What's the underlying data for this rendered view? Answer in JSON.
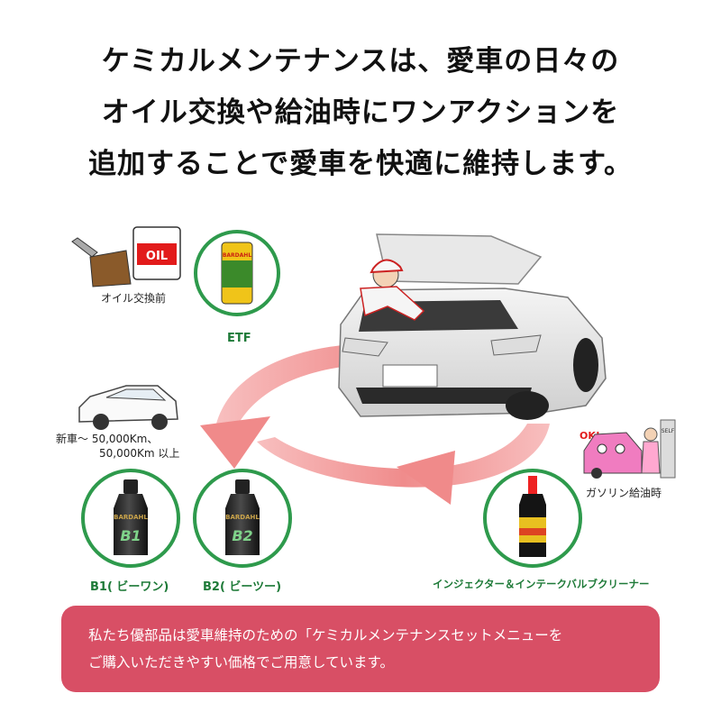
{
  "headline": {
    "line1": "ケミカルメンテナンスは、愛車の日々の",
    "line2": "オイル交換や給油時にワンアクションを",
    "line3": "追加することで愛車を快適に維持します。"
  },
  "labels": {
    "oil_change": "オイル交換前",
    "etf": "ETF",
    "new_car_1": "新車～ 50,000Km、",
    "new_car_2": "50,000Km 以上",
    "gas_refuel": "ガソリン給油時",
    "b1": "B1( ビーワン)",
    "b2": "B2( ビーツー)",
    "injector": "インジェクター＆インテークバルブクリーナー"
  },
  "art_text": {
    "oil_can": "OIL",
    "bardahl": "BARDAHL",
    "b1_mark": "B1",
    "b2_mark": "B2",
    "ok": "OK!",
    "self": "SELF"
  },
  "banner": {
    "line1": "私たち優部品は愛車維持のための「ケミカルメンテナンスセットメニューを",
    "line2": "ご購入いただきやすい価格でご用意しています。"
  },
  "colors": {
    "green": "#2e9a4c",
    "banner_red": "#d84f65",
    "arrow_pink": "#f08a8a"
  }
}
